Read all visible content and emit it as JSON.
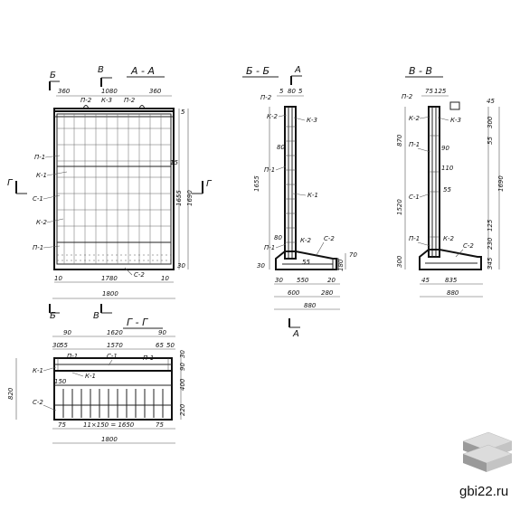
{
  "titles": {
    "aa": "А - А",
    "bb": "Б - Б",
    "vv": "В - В",
    "gg": "Г - Г"
  },
  "cut_marks": {
    "b": "Б",
    "v": "В",
    "g": "Г",
    "a": "А"
  },
  "aa": {
    "top_dims": [
      "360",
      "1080",
      "360"
    ],
    "labels": [
      "П-2",
      "К-3",
      "П-2",
      "П-1",
      "К-1",
      "С-1",
      "К-2",
      "П-1",
      "С-2"
    ],
    "bottom_dims": [
      "10",
      "1780",
      "10"
    ],
    "total_width": "1800",
    "right_dims": [
      "5",
      "15",
      "1655",
      "1690",
      "30"
    ]
  },
  "bb": {
    "top_dims": [
      "5",
      "80",
      "5"
    ],
    "labels": [
      "П-2",
      "К-2",
      "К-3",
      "П-1",
      "К-1",
      "П-1",
      "К-2",
      "С-2"
    ],
    "left_dims": [
      "80",
      "1655",
      "80",
      "30"
    ],
    "right_dims": [
      "70",
      "180"
    ],
    "small": [
      "55"
    ],
    "bottom_dims": [
      "30",
      "550",
      "20",
      "600",
      "280"
    ],
    "total": "880"
  },
  "vv": {
    "top_dims": [
      "75",
      "125",
      "45"
    ],
    "labels": [
      "П-2",
      "К-2",
      "К-3",
      "П-1",
      "С-1",
      "К-2",
      "П-1",
      "С-2"
    ],
    "left_dims": [
      "870",
      "1520",
      "300"
    ],
    "right_dims": [
      "300",
      "55",
      "1690",
      "125",
      "230",
      "345"
    ],
    "mid": [
      "90",
      "110",
      "55"
    ],
    "bottom_dims": [
      "45",
      "835"
    ],
    "total": "880"
  },
  "gg": {
    "top_dims": [
      "90",
      "1620",
      "90"
    ],
    "second_dims": [
      "30",
      "55",
      "1570",
      "65",
      "50"
    ],
    "labels": [
      "П-1",
      "С-1",
      "П-1",
      "К-1",
      "К-1",
      "С-2"
    ],
    "left_dims": [
      "820"
    ],
    "small_dim": "150",
    "right_dims": [
      "30",
      "90",
      "400",
      "220"
    ],
    "bottom_dims": [
      "75",
      "11×150 = 1650",
      "75"
    ],
    "total": "1800"
  },
  "logo": {
    "site": "gbi22.ru",
    "icon": "stacked-slabs-icon"
  }
}
